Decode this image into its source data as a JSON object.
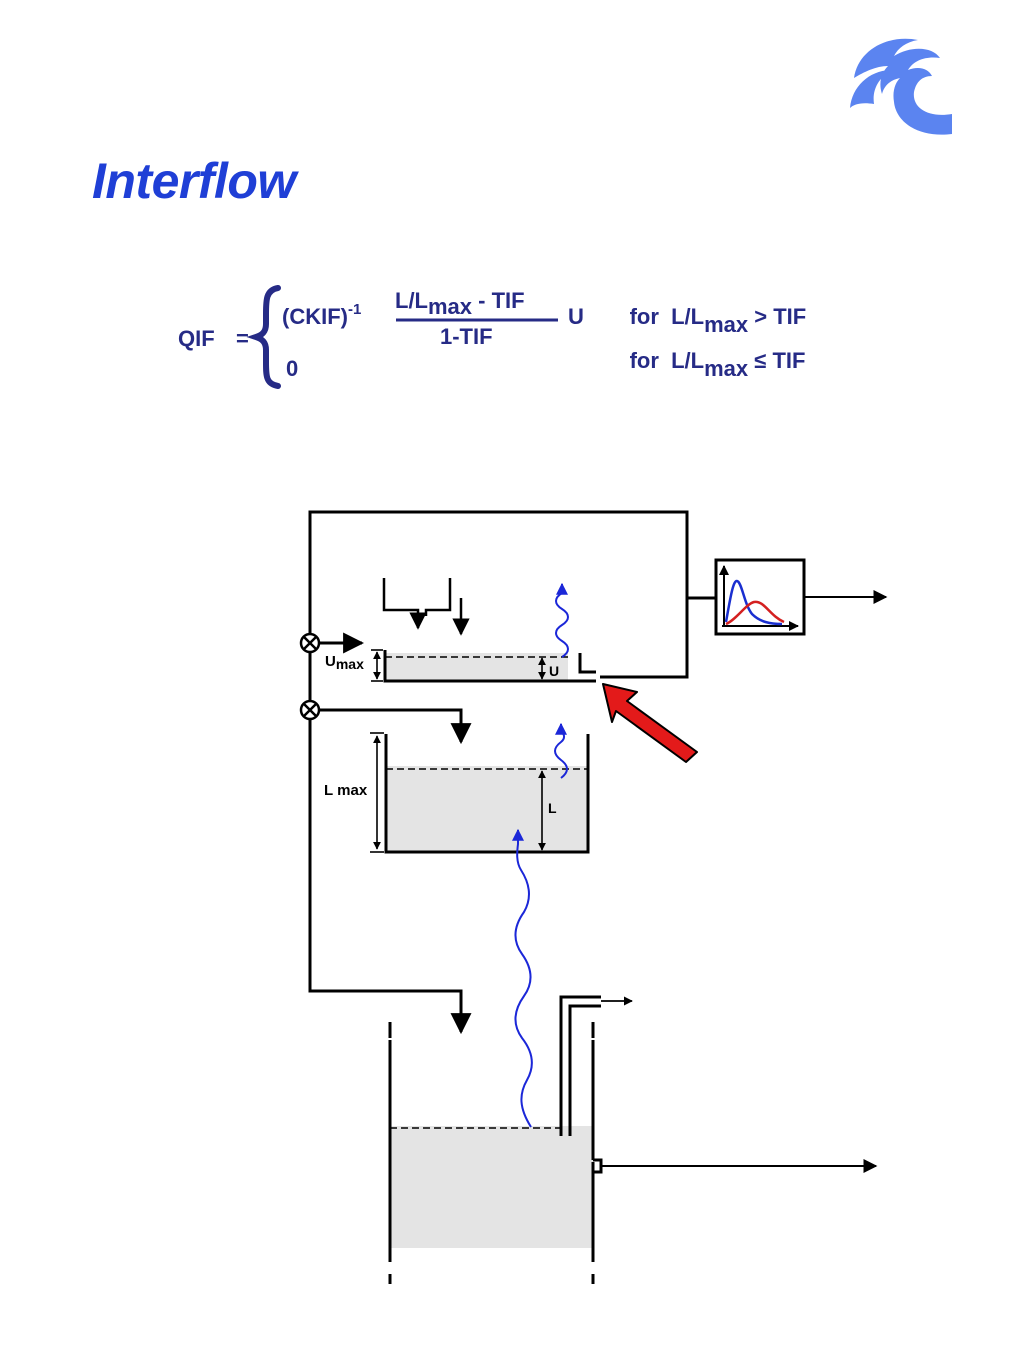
{
  "title": "Interflow",
  "logo": {
    "icon": "wave-logo-icon",
    "color": "#5b84f0"
  },
  "colors": {
    "title": "#1f3fd6",
    "formula": "#262b86",
    "wave": "#1b27d8",
    "arrow": "#e31a1a",
    "water": "#e4e4e4",
    "hydrograph_blue": "#1a2fd0",
    "hydrograph_red": "#d42020"
  },
  "formula": {
    "lhs": "QIF",
    "equals": "=",
    "case1": {
      "coef": "(CKIF)",
      "exp": "-1",
      "num_pre": "L/L",
      "num_sub": "max",
      "num_post": " - TIF",
      "den": "1-TIF",
      "mult": "U",
      "cond_pre": "for  L/L",
      "cond_sub": "max",
      "cond_post": " > TIF"
    },
    "case2": {
      "value": "0",
      "cond_pre": "for  L/L",
      "cond_sub": "max",
      "cond_post": " ≤ TIF"
    }
  },
  "diagram": {
    "labels": {
      "umax": "U",
      "umax_sub": "max",
      "u": "U",
      "lmax": "L",
      "lmax_sub": "max",
      "l": "L"
    },
    "icons": [
      "multiply-junction-icon",
      "hydrograph-icon",
      "highlight-arrow-icon",
      "evaporation-wave-icon"
    ]
  }
}
